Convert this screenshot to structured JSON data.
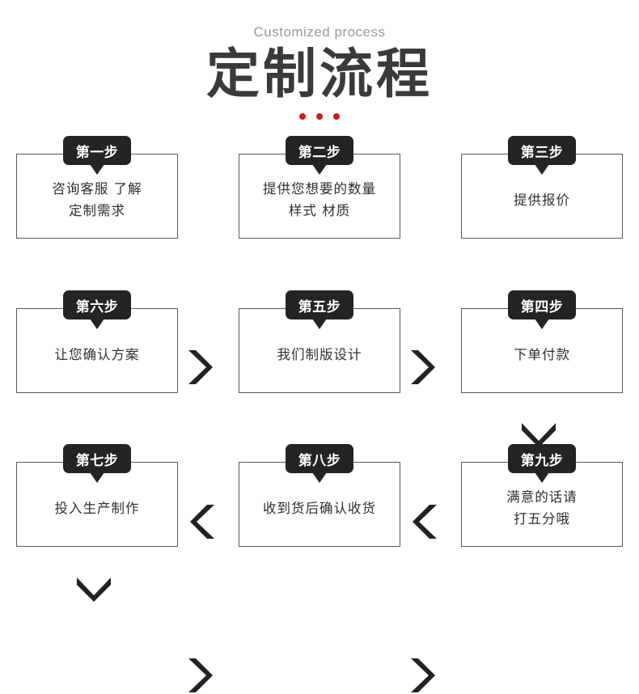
{
  "header": {
    "subtitle": "Customized process",
    "title": "定制流程",
    "dot_color": "#ce1a14",
    "title_color": "#3a3a3a",
    "subtitle_color": "#9a9a9a"
  },
  "flow": {
    "steps": [
      {
        "badge": "第一步",
        "lines": [
          "咨询客服  了解",
          "定制需求"
        ]
      },
      {
        "badge": "第二步",
        "lines": [
          "提供您想要的数量",
          "样式  材质"
        ]
      },
      {
        "badge": "第三步",
        "lines": [
          "提供报价"
        ]
      },
      {
        "badge": "第四步",
        "lines": [
          "下单付款"
        ]
      },
      {
        "badge": "第五步",
        "lines": [
          "我们制版设计"
        ]
      },
      {
        "badge": "第六步",
        "lines": [
          "让您确认方案"
        ]
      },
      {
        "badge": "第七步",
        "lines": [
          "投入生产制作"
        ]
      },
      {
        "badge": "第八步",
        "lines": [
          "收到货后确认收货"
        ]
      },
      {
        "badge": "第九步",
        "lines": [
          "满意的话请",
          "打五分哦"
        ]
      }
    ],
    "arrows": [
      {
        "name": "arrow-right-step1-to-step2",
        "direction": "right"
      },
      {
        "name": "arrow-right-step2-to-step3",
        "direction": "right"
      },
      {
        "name": "arrow-down-step3-to-step4",
        "direction": "down"
      },
      {
        "name": "arrow-left-step4-to-step5",
        "direction": "left"
      },
      {
        "name": "arrow-left-step5-to-step6",
        "direction": "left"
      },
      {
        "name": "arrow-down-step6-to-step7",
        "direction": "down"
      },
      {
        "name": "arrow-right-step7-to-step8",
        "direction": "right"
      },
      {
        "name": "arrow-right-step8-to-step9",
        "direction": "right"
      }
    ],
    "arrow_color": "#222222",
    "box_border_color": "#5a5a5a",
    "badge_color": "#242424"
  }
}
